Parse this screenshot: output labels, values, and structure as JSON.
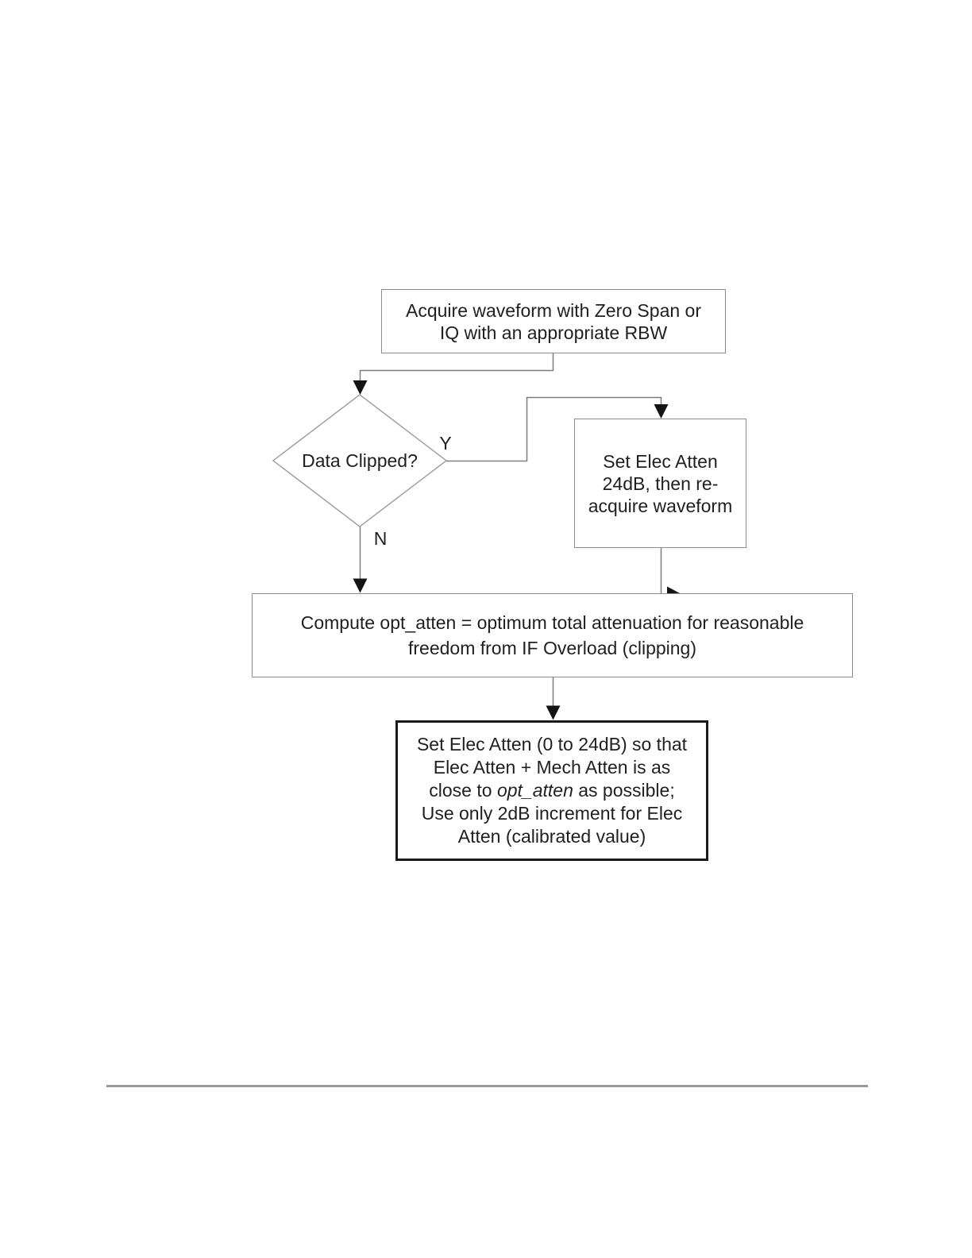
{
  "page": {
    "background": "#ffffff",
    "divider_color": "#9a9a9a"
  },
  "flowchart": {
    "nodes": {
      "acquire": {
        "lines": [
          "Acquire waveform with Zero Span or",
          "IQ with an appropriate RBW"
        ]
      },
      "decision": {
        "label": "Data Clipped?"
      },
      "set_elec": {
        "lines": [
          "Set Elec Atten",
          "24dB, then re-",
          "acquire waveform"
        ]
      },
      "compute": {
        "lines": [
          "Compute opt_atten = optimum total attenuation for reasonable",
          "freedom from IF Overload (clipping)"
        ]
      },
      "final": {
        "line1": "Set Elec Atten (0 to 24dB) so that",
        "line2": "Elec Atten + Mech Atten is as",
        "line3_pre": "close to ",
        "line3_italic": "opt_atten",
        "line3_post": " as possible;",
        "line4": "Use only 2dB increment for Elec",
        "line5": "Atten (calibrated value)"
      }
    },
    "branches": {
      "yes_label": "Y",
      "no_label": "N"
    },
    "colors": {
      "box_border": "#8c8c8c",
      "final_box_border": "#1a1a1a",
      "diamond_border": "#9a9a9a",
      "connector": "#7d7d7d",
      "arrowhead": "#141414",
      "text": "#1f1f1f"
    }
  }
}
